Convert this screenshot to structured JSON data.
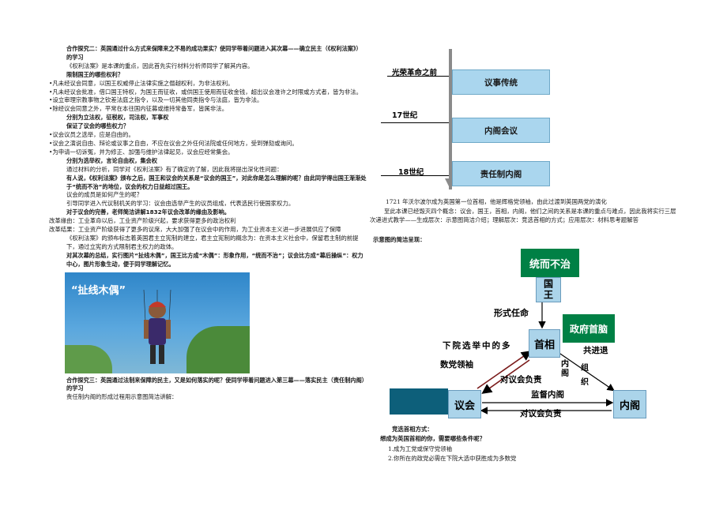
{
  "left": {
    "intro": "合作探究二：英国通过什么方式来保障来之不易的成功果实？使同学带着问题进入其次幕——确立民主（《权利法案》）的学习",
    "bill_note": "《权利法案》是本课的重点，因此首先实行材料分析师同学了解其内容。",
    "q1": "限制国王的哪些权利？",
    "b1": "•凡未经议会同意，以国王权威停止法律实施之僭越权利，为非法权利。",
    "b2": "•凡未经议会批准，借口国王特权，为国王而征收，或供国王使用而征收金钱，超出议会准许之时限或方式者，皆为非法。",
    "b3": "•设立审理宗教事物之钦差法庭之指令，以及一切其他同类指令与法庭，皆为非法。",
    "b4": "•除经议会同意之外，平常在本往国内征募或维持常备军，皆属非法。",
    "a1": "分别为立法权，征税权，司法权，军事权",
    "q2": "保证了议会的哪些权力？",
    "c1": "•议会议员之选举，应是自由的。",
    "c2": "•议会之演说自由、辩论或议事之自由，不应在议会之外任何法院或任何地方，受到弹劾或询问。",
    "c3": "•为申请一切诉冤，并为修正、加强与维护法律起见，议会应经常集会。",
    "a2": "分别为选举权，言论自由权，集会权",
    "analysis": "通过材料的分析，同学对《权利法案》有了确定的了解，因此我将提出深化性问题：",
    "deep_q": "有人说，《权利法案》颁布之后，国王和议会的关系是“议会的国王”，对此你是怎么理解的呢？由此同学得出国王渐渐处于“统而不治”的地位，议会的权力日益超过国王。",
    "member_q": "议会的成员是如何产生的呢？",
    "member_note": "引导同学进入代议制机关的学习：议会由选举产生的议员组成，代表选民行使国家权力。",
    "reform_title": "对于议会的完善，老师简洁讲解1832年议会改革的缘由及影响。",
    "reform_cause": "改革缘由：工业革命以后，工业资产阶级兴起，要求获得更多的政治权利",
    "reform_result": "改革结果：工业资产阶级获得了更多的议席，大大加强了在议会中的作用，为工业资本主义进一步进展供应了保障",
    "summary": "《权利法案》的颁布标志着英国君主立宪制的建立，君主立宪制的概念为：在资本主义社会中，保留君主制的前提下，通过立宪的方式限制君主权力的政体。",
    "teach": "对其次幕的总结，实行图片“扯线木偶”，国王比方成“木偶”：形象作用，“统而不治”；议会比方成“幕后操纵”：权力中心，图片形象生动，便于同学理解记忆。",
    "photo_caption": "“扯线木偶”",
    "intro3": "合作探究三：英国通过法制来保障的民主，又是如何落实的呢？使同学带着问题进入第三幕——落实民主（责任制内阁）的学习",
    "cabinet_note": "责任制内阁的形成过程用示意图简洁讲解："
  },
  "timeline": {
    "eras": [
      "光荣革命之前",
      "17世纪",
      "18世纪"
    ],
    "stages": [
      "议事传统",
      "内阁会议",
      "责任制内阁"
    ]
  },
  "right": {
    "walpole": "1721 年沃尔波尔成为英国第一位首相，他是辉格党领袖，由此过渡到英国两党的演化",
    "concepts": "至此本课已经毁灭四个概念：议会，国王，首相，内阁，他们之间的关系是本课的重点与难点，因此我将实行三层次递进式教学——生成层次：示意图简洁介绍；理解层次：竞选首相的方式；应用层次：材料思考题解答",
    "diagram_intro": "示意图的简洁呈现：",
    "elect_title": "竞选首相方式：",
    "elect_q": "想成为英国首相的你，需要哪些条件呢？",
    "e1": "1.成为工党或保守党领袖",
    "e2": "2.你所在的政党必需在下院大选中获胜成为多数党"
  },
  "diagram": {
    "reign": "统而不治",
    "king": "国王",
    "formal_appoint": "形式任命",
    "pm": "首相",
    "gov_head": "政府首脑",
    "lower_house": "下院选举中的多",
    "party_leader": "数党领袖",
    "joint_advance": "共进退",
    "cabinet_label": "内阁",
    "organize": "组织",
    "resp1": "对议会负责",
    "parliament": "议会",
    "oversee": "监督内阁",
    "resp2": "对议会负责",
    "cabinet": "内阁"
  }
}
